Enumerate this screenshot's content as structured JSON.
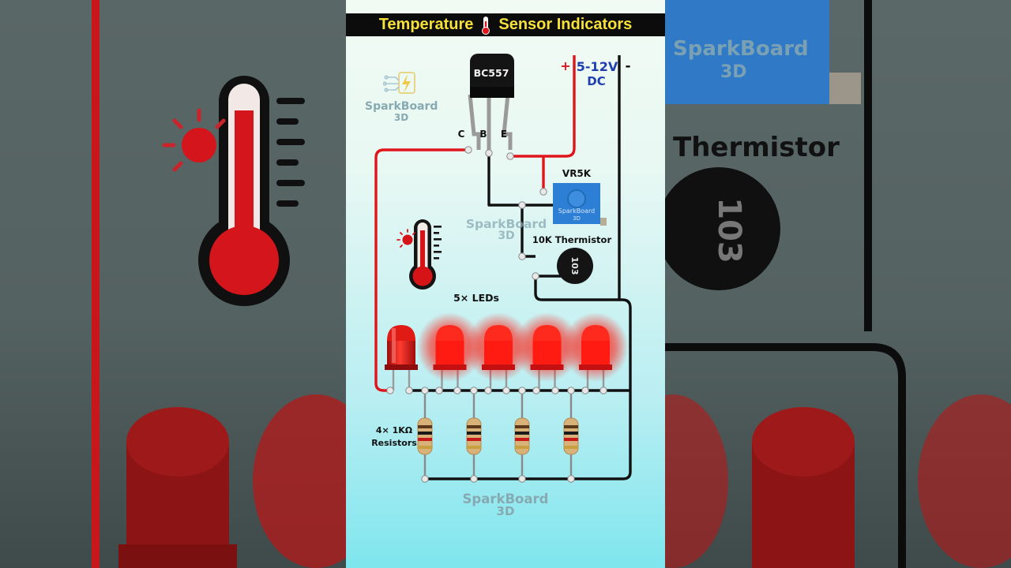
{
  "title": {
    "left": "Temperature",
    "right": "Sensor Indicators",
    "icon": "thermometer-icon"
  },
  "watermark": {
    "line1": "SparkBoard",
    "line2": "3D"
  },
  "transistor": {
    "label": "BC557",
    "pin_c": "C",
    "pin_b": "B",
    "pin_e": "E"
  },
  "power": {
    "plus": "+",
    "voltage": "5-12V",
    "type": "DC",
    "minus": "-"
  },
  "potentiometer": {
    "label": "VR5K"
  },
  "thermistor": {
    "label": "10K Thermistor",
    "code": "103"
  },
  "leds": {
    "label": "5× LEDs",
    "count": 5,
    "lit": [
      false,
      true,
      true,
      true,
      true
    ]
  },
  "resistors": {
    "label_line1": "4× 1KΩ",
    "label_line2": "Resistors",
    "count": 4
  },
  "background": {
    "thermistor_label": "Thermistor",
    "thermistor_code": "103"
  },
  "colors": {
    "wire_positive": "#e0141b",
    "wire_ground": "#111111",
    "led_red": "#e01010",
    "title_text": "#f6e03a",
    "pot_blue": "#2d7fd6"
  }
}
